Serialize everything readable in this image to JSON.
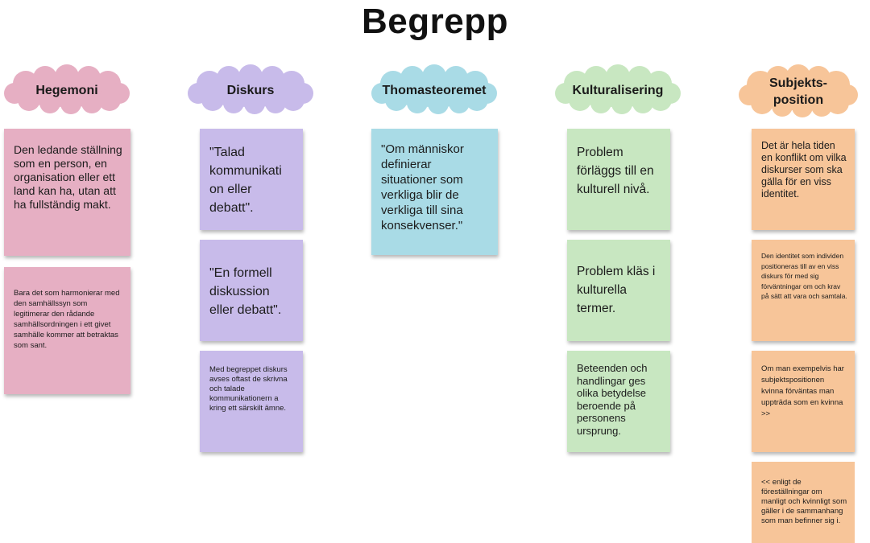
{
  "title": "Begrepp",
  "columns": [
    {
      "header": "Hegemoni",
      "color": "#e6afc3",
      "notes": [
        "Den ledande ställning som en person, en organisation eller ett land kan ha, utan att ha fullständig makt.",
        "Bara det som harmonierar med den samhällssyn som legitimerar den rådande samhällsordningen i ett givet samhälle kommer att betraktas som sant."
      ]
    },
    {
      "header": "Diskurs",
      "color": "#c8bbea",
      "notes": [
        "\"Talad kommunikati on eller debatt\".",
        "\"En formell diskussion eller debatt\".",
        "Med begreppet diskurs avses oftast de skrivna och talade kommunikationern a kring ett särskilt ämne."
      ]
    },
    {
      "header": "Thomasteoremet",
      "color": "#a9dbe6",
      "notes": [
        "\"Om människor definierar situationer som verkliga blir de verkliga till sina konsekvenser.\""
      ]
    },
    {
      "header": "Kulturalisering",
      "color": "#c8e7c1",
      "notes": [
        "Problem förläggs till en kulturell nivå.",
        "Problem kläs i kulturella termer.",
        "Beteenden och handlingar ges olika betydelse beroende på personens ursprung."
      ]
    },
    {
      "header": "Subjekts-\nposition",
      "color": "#f7c599",
      "notes": [
        "Det är hela tiden en konflikt om vilka diskurser som ska gälla för en viss identitet.",
        "Den identitet som individen positioneras till av en viss diskurs för med sig förväntningar om och krav på sätt att vara och samtala.",
        "Om man exempelvis har subjektspositionen kvinna förväntas man uppträda som en kvinna >>",
        "<< enligt de föreställningar om manligt och kvinnligt som gäller i de sammanhang som man befinner sig i."
      ]
    }
  ]
}
